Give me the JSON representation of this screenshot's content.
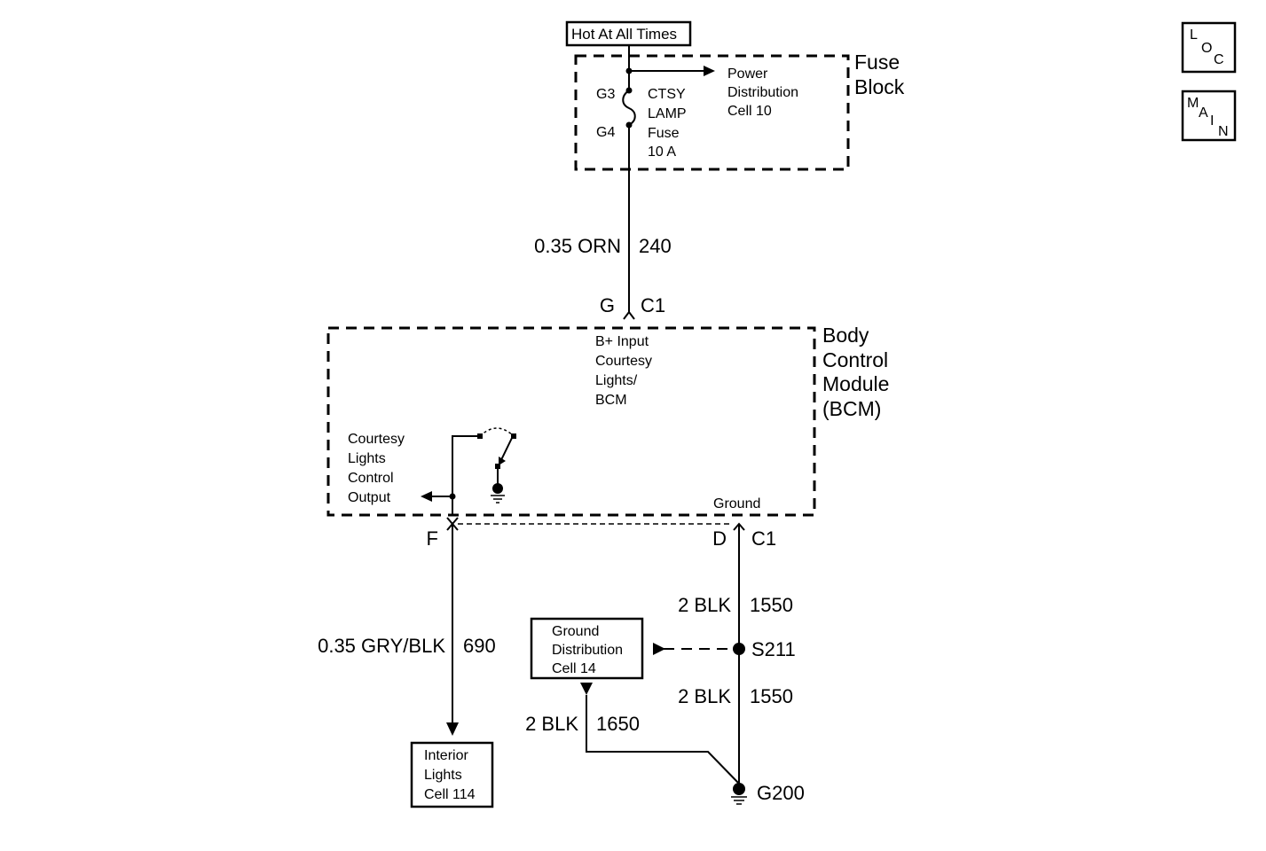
{
  "power_source": {
    "label": "Hot At All Times"
  },
  "fuse_block": {
    "title": [
      "Fuse",
      "Block"
    ],
    "terminal_top": "G3",
    "terminal_bottom": "G4",
    "fuse_label": [
      "CTSY",
      "LAMP",
      "Fuse",
      "10 A"
    ],
    "reference": [
      "Power",
      "Distribution",
      "Cell 10"
    ]
  },
  "wire_orn": {
    "gauge_color": "0.35 ORN",
    "circuit": "240"
  },
  "bcm_input_connector": {
    "pin": "G",
    "connector": "C1"
  },
  "bcm": {
    "title": [
      "Body",
      "Control",
      "Module",
      "(BCM)"
    ],
    "input_label": [
      "B+ Input",
      "Courtesy",
      "Lights/",
      "BCM"
    ],
    "output_label": [
      "Courtesy",
      "Lights",
      "Control",
      "Output"
    ],
    "ground_label": "Ground"
  },
  "bcm_output_connector": {
    "pin_f": "F",
    "pin_d": "D",
    "connector": "C1"
  },
  "wire_gry": {
    "gauge_color": "0.35 GRY/BLK",
    "circuit": "690"
  },
  "interior_lights": {
    "label": [
      "Interior",
      "Lights",
      "Cell 114"
    ]
  },
  "wire_blk_upper": {
    "gauge_color": "2 BLK",
    "circuit": "1550"
  },
  "wire_blk_lower": {
    "gauge_color": "2 BLK",
    "circuit": "1550"
  },
  "splice": {
    "label": "S211"
  },
  "ground_distribution": {
    "label": [
      "Ground",
      "Distribution",
      "Cell 14"
    ]
  },
  "wire_1650": {
    "gauge_color": "2 BLK",
    "circuit": "1650"
  },
  "ground_point": {
    "label": "G200"
  },
  "nav_buttons": {
    "loc": [
      "L",
      "O",
      "C"
    ],
    "main": [
      "M",
      "A",
      "I",
      "N"
    ]
  }
}
